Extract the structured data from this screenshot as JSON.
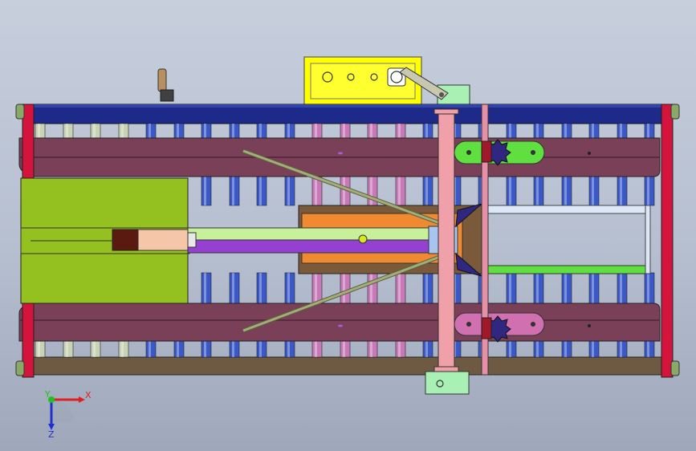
{
  "viewport": {
    "background_top": "#c7cfdd",
    "background_bottom": "#9ea8ba"
  },
  "triad": {
    "x_label": "X",
    "y_label": "Y",
    "z_label": "Z",
    "x_color": "#e02020",
    "y_color": "#20c020",
    "z_color": "#2030d0"
  },
  "colors": {
    "frame_navy": "#1e2a8a",
    "frame_brown": "#6e5a42",
    "end_red": "#d4143c",
    "roller_blue": "#3a58c8",
    "roller_pink": "#c87ab8",
    "roller_pale": "#c8d2b4",
    "side_rail": "#7a4058",
    "olive_box": "#94c020",
    "lime_bar": "#c8f09a",
    "purple_bar": "#9440d0",
    "peach": "#f5c6a8",
    "cube_blue": "#a8c4f0",
    "control_yellow": "#ffff00",
    "mint": "#a8f0b4",
    "green_bar": "#60e040",
    "orange_plate": "#f07820",
    "pink_plate": "#d070b0",
    "pink_column": "#f0a0a8",
    "navy_knob": "#302880",
    "rod_olive": "#8c9460"
  }
}
